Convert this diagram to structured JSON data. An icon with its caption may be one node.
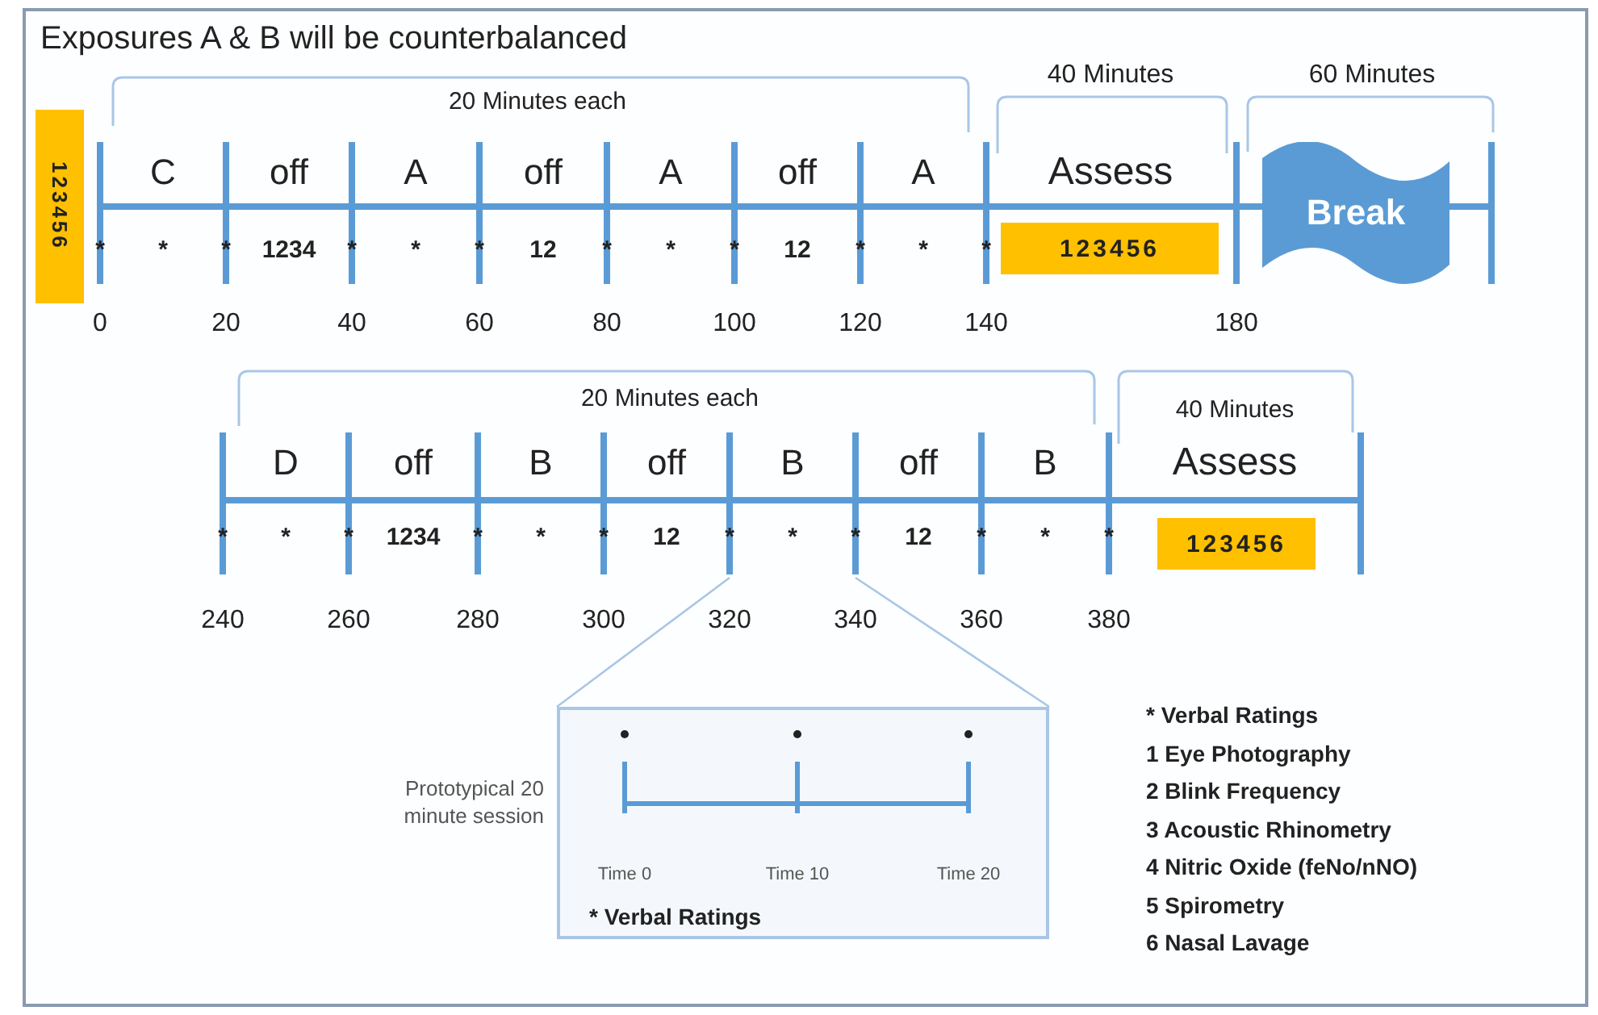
{
  "diagram": {
    "title": "Exposures A & B will be counterbalanced",
    "nodes": [
      {
        "text": [
          "123456"
        ]
      },
      {
        "text": [
          "123456"
        ]
      },
      {
        "text": [
          "Break"
        ]
      },
      {
        "text": [
          "123456"
        ]
      },
      {
        "text": [
          "Time 0",
          "Time 10",
          "Time 20",
          "* Verbal Ratings"
        ],
        "beside": [
          "Prototypical 20 minute session"
        ]
      }
    ],
    "edges": [
      {
        "from": null,
        "to": 4,
        "arrow": "none"
      },
      {
        "from": null,
        "to": 4,
        "arrow": "none"
      }
    ],
    "labels": [
      "20 Minutes each",
      "40 Minutes",
      "60 Minutes",
      "C",
      "off",
      "A",
      "off",
      "A",
      "off",
      "A",
      "Assess",
      "*",
      "*",
      "*",
      "1234",
      "*",
      "*",
      "*",
      "12",
      "*",
      "*",
      "*",
      "12",
      "*",
      "*",
      "*",
      "0",
      "20",
      "40",
      "60",
      "80",
      "100",
      "120",
      "140",
      "180",
      "20 Minutes each",
      "40 Minutes",
      "D",
      "off",
      "B",
      "off",
      "B",
      "off",
      "B",
      "Assess",
      "*",
      "*",
      "*",
      "1234",
      "*",
      "*",
      "*",
      "12",
      "*",
      "*",
      "*",
      "12",
      "*",
      "*",
      "*",
      "240",
      "260",
      "280",
      "300",
      "320",
      "340",
      "360",
      "380",
      "* Verbal Ratings",
      "1 Eye Photography",
      "2 Blink Frequency",
      "3 Acoustic Rhinometry",
      "4 Nitric Oxide (feNo/nNO)",
      "5 Spirometry",
      "6 Nasal Lavage"
    ]
  }
}
